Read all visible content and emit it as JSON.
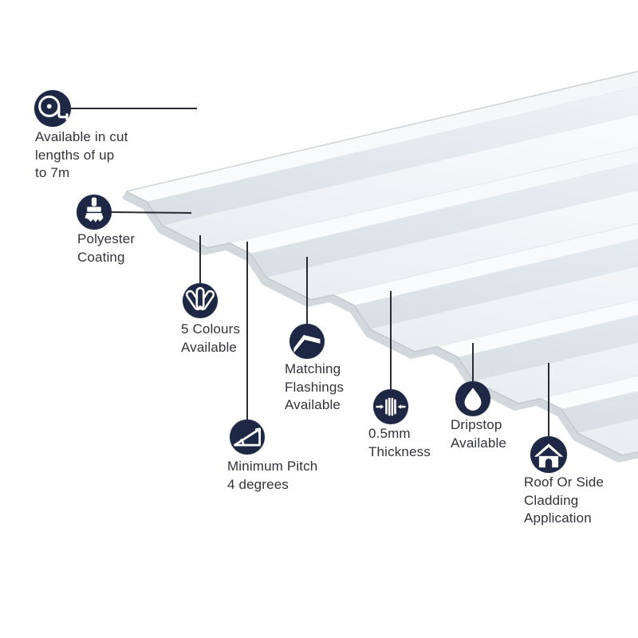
{
  "colors": {
    "accent_navy": "#1e2845",
    "text": "#32323c",
    "connector_line": "#2b2b33",
    "sheet_top": "#fdfdfe",
    "sheet_slope": "#dce2e7",
    "sheet_valley": "#edf1f3",
    "sheet_edge": "#c7cdd2"
  },
  "illustration": {
    "name": "box-profile-roof-sheet",
    "style": "white corrugated box-profile sheet in perspective"
  },
  "callouts": [
    {
      "id": "cut-lengths",
      "icon": "tape-measure-icon",
      "label": "Available in cut\nlengths of up\nto 7m"
    },
    {
      "id": "coating",
      "icon": "paint-brush-icon",
      "label": "Polyester\nCoating"
    },
    {
      "id": "colours",
      "icon": "colour-fan-icon",
      "label": "5 Colours\nAvailable"
    },
    {
      "id": "flashings",
      "icon": "flashing-sheet-icon",
      "label": "Matching\nFlashings\nAvailable"
    },
    {
      "id": "minimum-pitch",
      "icon": "pitch-angle-icon",
      "label": "Minimum Pitch\n4 degrees"
    },
    {
      "id": "thickness",
      "icon": "thickness-gauge-icon",
      "label": "0.5mm\nThickness"
    },
    {
      "id": "dripstop",
      "icon": "water-drop-icon",
      "label": "Dripstop\nAvailable"
    },
    {
      "id": "cladding",
      "icon": "house-icon",
      "label": "Roof Or Side\nCladding\nApplication"
    }
  ]
}
